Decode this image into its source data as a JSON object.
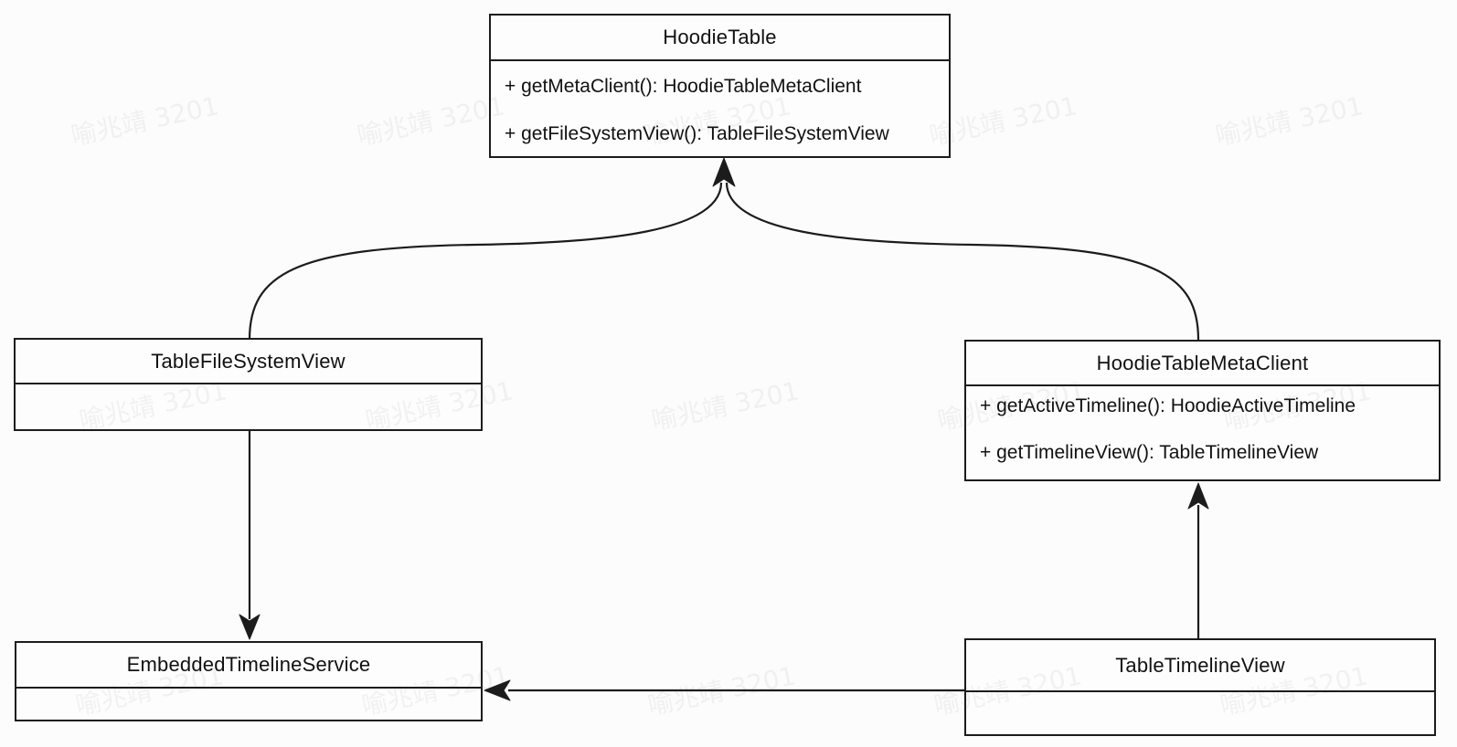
{
  "diagram": {
    "type": "uml-class-diagram",
    "background_color": "#fcfcfc",
    "line_color": "#1c1c1c",
    "box_fill_color": "#fdfdfd"
  },
  "watermark": {
    "text": "喻兆靖 3201"
  },
  "classes": [
    {
      "name": "HoodieTable",
      "methods": [
        "+ getMetaClient(): HoodieTableMetaClient",
        "+ getFileSystemView(): TableFileSystemView"
      ]
    },
    {
      "name": "TableFileSystemView",
      "methods": []
    },
    {
      "name": "HoodieTableMetaClient",
      "methods": [
        "+ getActiveTimeline(): HoodieActiveTimeline",
        "+ getTimelineView(): TableTimelineView"
      ]
    },
    {
      "name": "EmbeddedTimelineService",
      "methods": []
    },
    {
      "name": "TableTimelineView",
      "methods": []
    }
  ],
  "relations": [
    {
      "from": "TableFileSystemView",
      "to": "HoodieTable",
      "shape": "curved",
      "arrowhead": "filled-up"
    },
    {
      "from": "HoodieTableMetaClient",
      "to": "HoodieTable",
      "shape": "curved",
      "arrowhead": "filled-up"
    },
    {
      "from": "TableFileSystemView",
      "to": "EmbeddedTimelineService",
      "shape": "straight-vertical",
      "arrowhead": "filled-down"
    },
    {
      "from": "TableTimelineView",
      "to": "HoodieTableMetaClient",
      "shape": "straight-vertical",
      "arrowhead": "filled-up"
    },
    {
      "from": "TableTimelineView",
      "to": "EmbeddedTimelineService",
      "shape": "straight-horizontal",
      "arrowhead": "filled-left"
    }
  ]
}
